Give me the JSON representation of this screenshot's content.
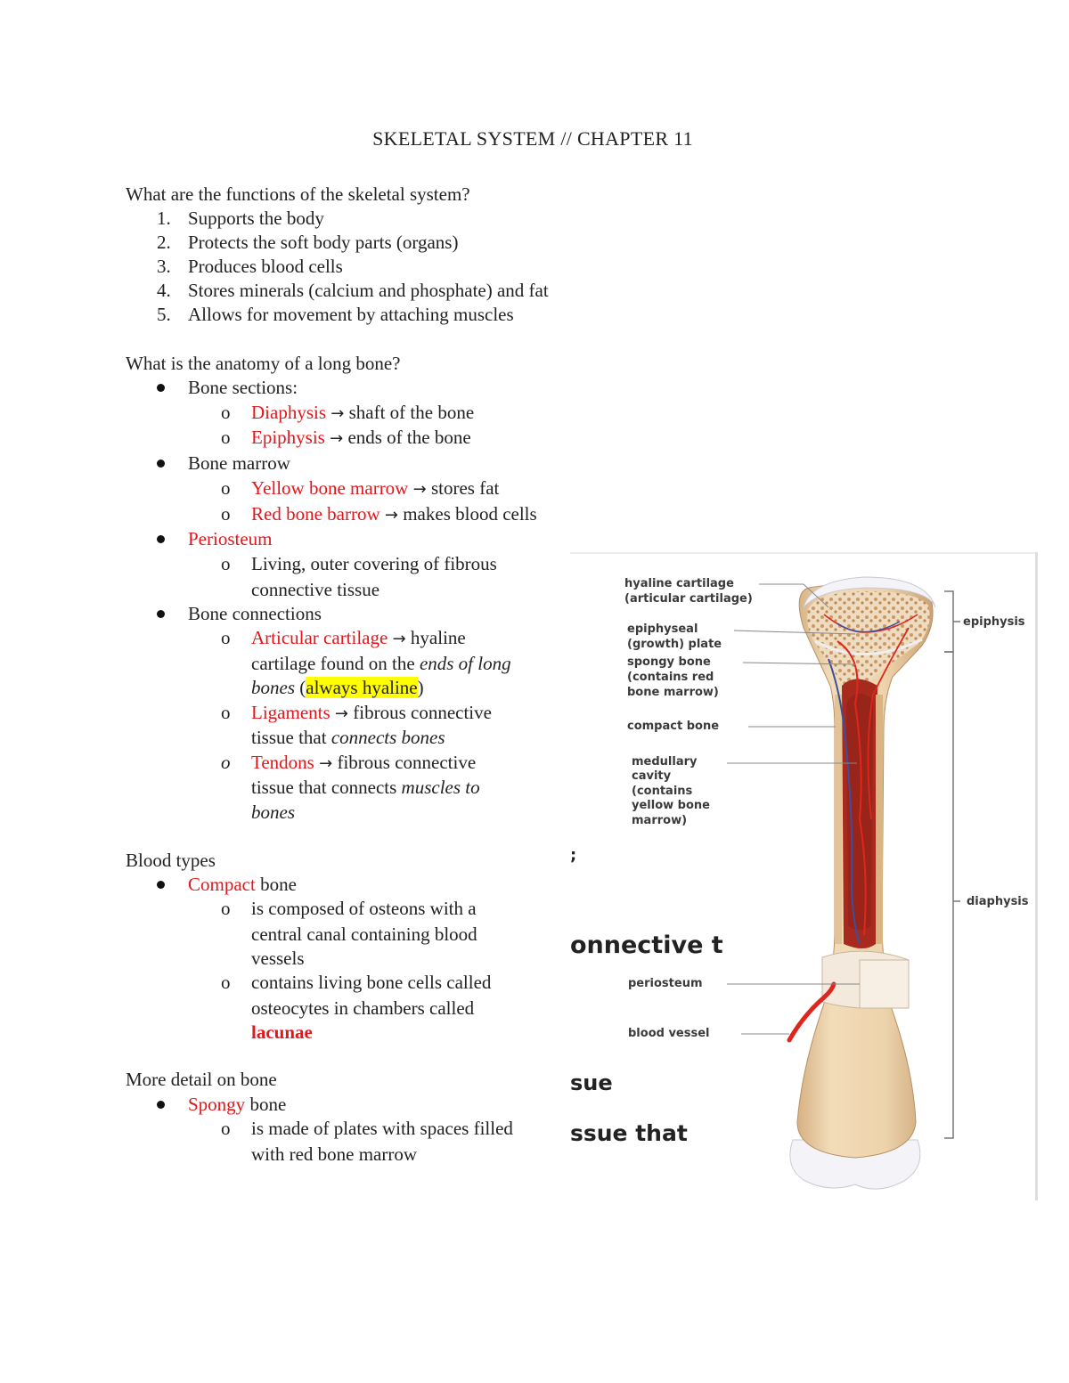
{
  "document": {
    "title": "SKELETAL SYSTEM // CHAPTER 11",
    "q1": {
      "question": "What are the functions of the skeletal system?",
      "items": [
        {
          "num": "1.",
          "text": "Supports the body"
        },
        {
          "num": "2.",
          "text": "Protects the soft body parts (organs)"
        },
        {
          "num": "3.",
          "text": "Produces blood cells"
        },
        {
          "num": "4.",
          "text": "Stores minerals (calcium and phosphate) and fat"
        },
        {
          "num": "5.",
          "text": "Allows for movement by attaching muscles"
        }
      ]
    },
    "q2": {
      "question": "What is the anatomy of a long bone?",
      "sections": {
        "label": "Bone sections:",
        "diaphysis": {
          "term": "Diaphysis",
          "desc": "shaft of the bone"
        },
        "epiphysis": {
          "term": "Epiphysis",
          "desc": "ends of the bone"
        }
      },
      "marrow": {
        "label": "Bone marrow",
        "yellow": {
          "term": "Yellow bone marrow",
          "desc": "stores fat"
        },
        "red": {
          "term": "Red bone barrow",
          "desc": "makes blood cells"
        }
      },
      "periosteum": {
        "term": "Periosteum",
        "desc_1": "Living, outer covering of fibrous",
        "desc_2": "connective tissue"
      },
      "connections": {
        "label": "Bone connections",
        "articular": {
          "term": "Articular cartilage",
          "desc_a": "hyaline",
          "desc_b": "cartilage found on the ",
          "desc_b_ital": "ends of long",
          "desc_c_ital": "bones",
          "desc_c_open": " (",
          "desc_c_hl": "always hyaline",
          "desc_c_close": ")"
        },
        "ligaments": {
          "term": "Ligaments",
          "desc_a": "fibrous connective",
          "desc_b": "tissue that ",
          "desc_b_ital": "connects bones"
        },
        "tendons": {
          "term": "Tendons",
          "desc_a": "fibrous connective",
          "desc_b": "tissue that connects ",
          "desc_b_ital": "muscles to",
          "desc_c_ital": "bones"
        }
      }
    },
    "q3": {
      "heading": "Blood types",
      "compact": {
        "term": "Compact",
        "rest": " bone",
        "sub1_a": "is composed of osteons with a",
        "sub1_b": "central canal containing blood",
        "sub1_c": "vessels",
        "sub2_a": "contains living bone cells called",
        "sub2_b": "osteocytes in chambers called",
        "sub2_c": "lacunae"
      }
    },
    "q4": {
      "heading": "More detail on bone",
      "spongy": {
        "term": "Spongy",
        "rest": " bone",
        "sub1_a": "is made of plates with spaces filled",
        "sub1_b": "with red bone marrow"
      }
    },
    "glyphs": {
      "arrow": "→",
      "sub_bullet": "o"
    }
  },
  "figure": {
    "labels": {
      "hyaline_1": "hyaline cartilage",
      "hyaline_2": "(articular cartilage)",
      "epiphyseal_1": "epiphyseal",
      "epiphyseal_2": "(growth) plate",
      "spongy_1": "spongy bone",
      "spongy_2": "(contains red",
      "spongy_3": "bone marrow)",
      "compact": "compact bone",
      "medullary_1": "medullary",
      "medullary_2": "cavity",
      "medullary_3": "(contains",
      "medullary_4": "yellow bone",
      "medullary_5": "marrow)",
      "periosteum": "periosteum",
      "blood_vessel": "blood vessel",
      "epiphysis": "epiphysis",
      "diaphysis": "diaphysis"
    },
    "bleed_text": {
      "semicolon": ";",
      "connective": "onnective t",
      "sue": "sue",
      "ssue_that": "ssue that"
    },
    "colors": {
      "bone": "#ecd3ad",
      "bone_shadow": "#d9b98c",
      "marrow": "#a82a1f",
      "vessel_red": "#e0261c",
      "vessel_blue": "#3b4fa0",
      "cartilage": "#f4f4f8"
    }
  }
}
